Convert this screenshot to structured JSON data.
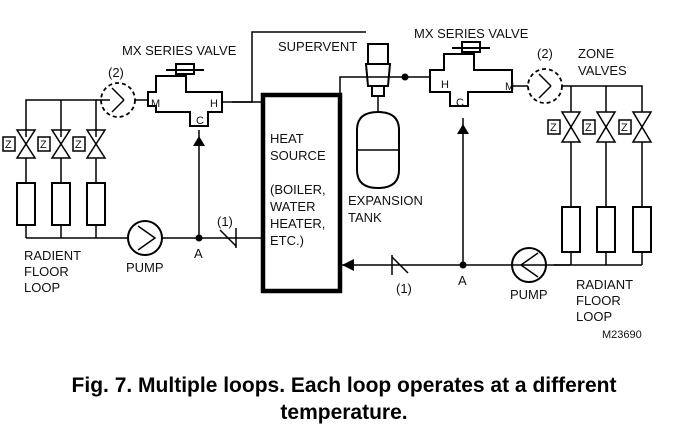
{
  "labels": {
    "mx_valve_left": "MX SERIES VALVE",
    "mx_valve_right": "MX SERIES VALVE",
    "supervent": "SUPERVENT",
    "zone_valves_1": "ZONE",
    "zone_valves_2": "VALVES",
    "heat_source_1": "HEAT",
    "heat_source_2": "SOURCE",
    "heat_source_3": "(BOILER,",
    "heat_source_4": "WATER",
    "heat_source_5": "HEATER,",
    "heat_source_6": "ETC.)",
    "expansion_1": "EXPANSION",
    "expansion_2": "TANK",
    "radient_1": "RADIENT",
    "radient_2": "FLOOR",
    "radient_3": "LOOP",
    "radiant_1": "RADIANT",
    "radiant_2": "FLOOR",
    "radiant_3": "LOOP",
    "pump_left": "PUMP",
    "pump_right": "PUMP",
    "point_a_left": "A",
    "point_a_right": "A",
    "note_1_left": "(1)",
    "note_1_right": "(1)",
    "note_2_left": "(2)",
    "note_2_right": "(2)",
    "port_m": "M",
    "port_h": "H",
    "port_c": "C",
    "zone_z": "Z",
    "figure_id": "M23690"
  },
  "caption": {
    "line1": "Fig. 7. Multiple loops. Each loop operates at a different",
    "line2": "temperature."
  }
}
